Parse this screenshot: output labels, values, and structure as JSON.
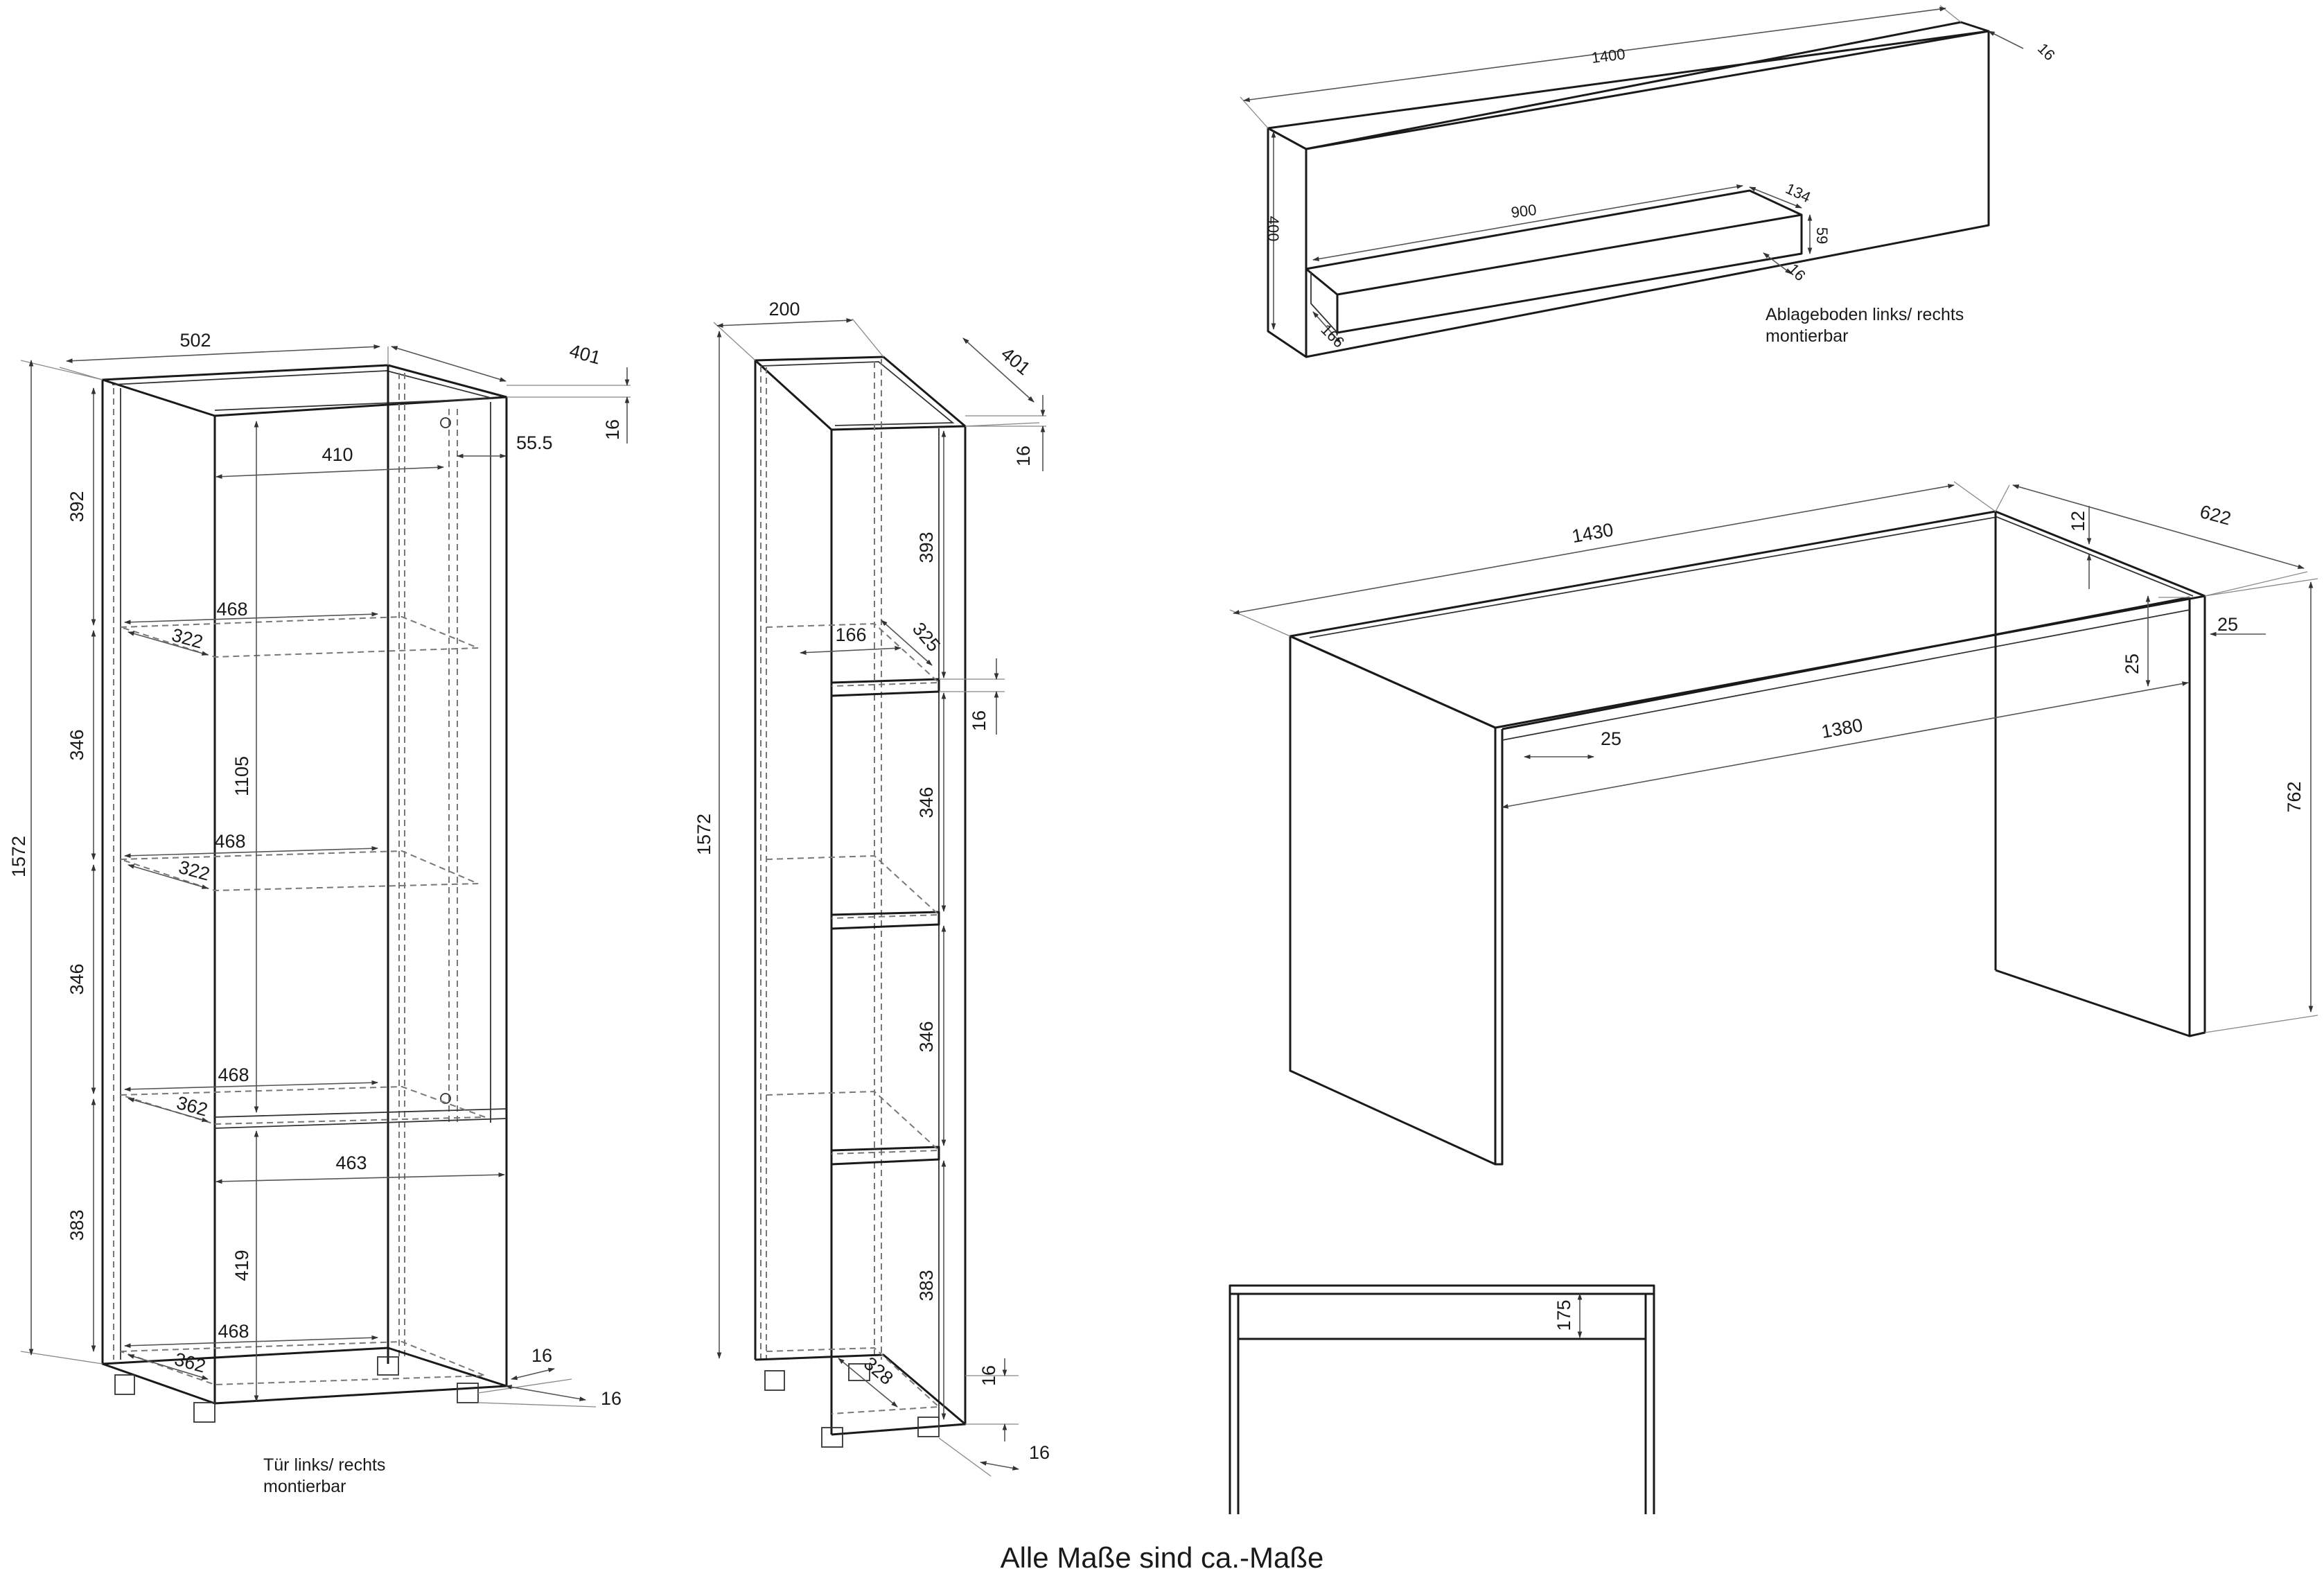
{
  "cabinet": {
    "width": "502",
    "depth": "401",
    "top_thickness": "16",
    "door_inset": "55.5",
    "inner_width": "410",
    "height": "1572",
    "compartment_1": "392",
    "compartment_2": "346",
    "compartment_3": "346",
    "compartment_4": "383",
    "glass_door_height": "1105",
    "lower_door_height": "419",
    "lower_door_width": "463",
    "shelf_width": "468",
    "shelf_depth": "322",
    "shelf_depth_lower": "362",
    "foot_height": "16",
    "foot_offset": "16",
    "door_note_line1": "Tür links/ rechts",
    "door_note_line2": "montierbar"
  },
  "shelf_unit": {
    "width": "200",
    "depth": "401",
    "top_thickness": "16",
    "height": "1572",
    "compartment_1": "393",
    "compartment_2": "346",
    "compartment_3": "346",
    "compartment_4": "383",
    "shelf_width": "166",
    "shelf_depth": "325",
    "shelf_thickness": "16",
    "bottom_depth": "328",
    "foot_height": "16",
    "foot_offset": "16"
  },
  "wall_panel": {
    "width": "1400",
    "thickness": "16",
    "height": "400",
    "shelf_length": "900",
    "shelf_depth": "134",
    "shelf_height": "59",
    "shelf_thickness": "16",
    "shelf_offset": "166",
    "note_line1": "Ablageboden links/ rechts",
    "note_line2": "montierbar"
  },
  "desk": {
    "width": "1430",
    "depth": "622",
    "top_thickness": "12",
    "side_thickness": "25",
    "apron_height": "25",
    "leg_thickness": "25",
    "inner_width": "1380",
    "height": "762",
    "front_apron_height": "175"
  },
  "footer": "Alle Maße sind ca.-Maße"
}
